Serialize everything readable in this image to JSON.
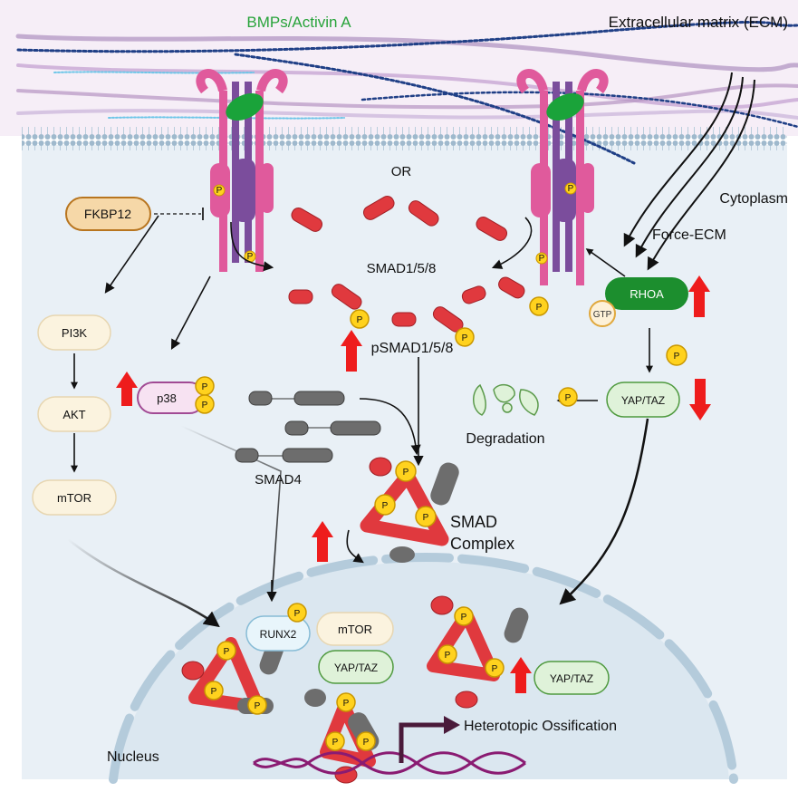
{
  "labels": {
    "ligand": "BMPs/Activin A",
    "ecm": "Extracellular matrix (ECM)",
    "or": "OR",
    "cytoplasm": "Cytoplasm",
    "force_ecm": "Force-ECM",
    "fkbp12": "FKBP12",
    "smad158": "SMAD1/5/8",
    "psmad158": "pSMAD1/5/8",
    "rhoa": "RHOA",
    "gtp": "GTP",
    "pi3k": "PI3K",
    "akt": "AKT",
    "mtor": "mTOR",
    "p38": "p38",
    "smad4": "SMAD4",
    "yap_taz": "YAP/TAZ",
    "degradation": "Degradation",
    "smad_complex": "SMAD\nComplex",
    "runx2": "RUNX2",
    "nucleus_mtor": "mTOR",
    "nucleus_yap_taz_left": "YAP/TAZ",
    "nucleus_yap_taz_right": "YAP/TAZ",
    "heterotopic": "Heterotopic Ossification",
    "nucleus": "Nucleus",
    "phospho": "P"
  },
  "colors": {
    "ligand_text": "#27a33a",
    "smad_red": "#e0393e",
    "smad_dark": "#9b1b22",
    "phospho_yellow": "#ffd21e",
    "rhoa_green": "#1c8e2e",
    "up_arrow": "#ee1c1c",
    "receptor_pink": "#e05a9c",
    "receptor_purple": "#7b4d9c",
    "membrane_blue": "#a9c3d6",
    "cytoplasm_bg": "#eaf1f7",
    "nucleus_bg": "#dbe7f0",
    "dna_purple": "#8a1b72"
  }
}
